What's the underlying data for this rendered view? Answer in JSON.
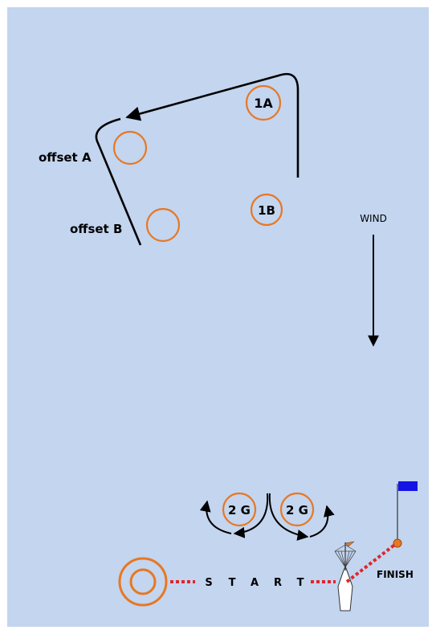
{
  "colors": {
    "background": "#c3d5ef",
    "mark": "#e87722",
    "line": "#000000",
    "start_line": "#e0262b",
    "flag": "#1414e6"
  },
  "marks": {
    "m1a": "1A",
    "m1b": "1B",
    "m2g_left": "2 G",
    "m2g_right": "2 G"
  },
  "labels": {
    "offset_a": "offset A",
    "offset_b": "offset B",
    "wind": "WIND",
    "start": [
      "S",
      "T",
      "A",
      "R",
      "T"
    ],
    "finish": "FINISH"
  }
}
